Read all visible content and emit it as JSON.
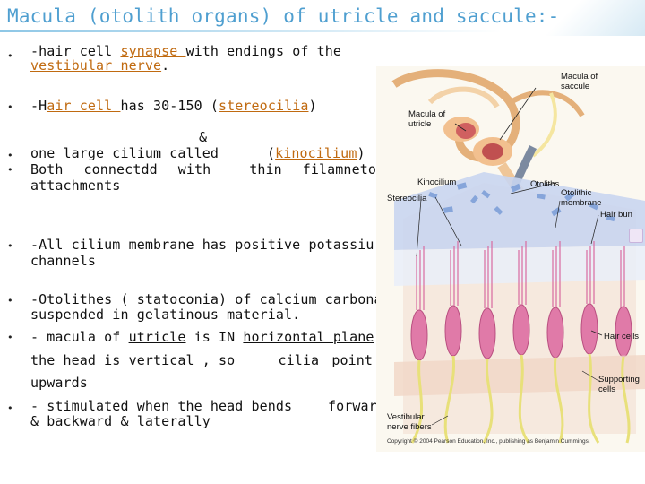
{
  "slide": {
    "title": "Macula (otolith organs) of utricle and saccule:-",
    "lines": {
      "l1_pre": "-hair cell ",
      "l1_link": "synapse ",
      "l1_post": "with endings of the",
      "l2_link": "vestibular nerve",
      "l2_post": ".",
      "l3_pre": "-H",
      "l3_link": "air cell ",
      "l3_mid": "has 30-150 (",
      "l3_link2": "stereocilia",
      "l3_post": ")",
      "l4_amp": "&",
      "l5_a": "one large cilium called",
      "l5_open": "(",
      "l5_link": "kinocilium",
      "l5_close": ")",
      "l6_a": "Both",
      "l6_b": "connectdd",
      "l6_c": "with",
      "l6_d": "thin",
      "l6_e": "filamneto",
      "l7": "attachments",
      "l8": "-All cilium membrane has positive potassiu",
      "l9": "channels",
      "l10": "-Otolithes ( statoconia)  of calcium carbona",
      "l11": "suspended in gelatinous material.",
      "l12_pre": "- macula of ",
      "l12_u1": "utricle",
      "l12_mid": " is IN ",
      "l12_u2": "horizontal plane",
      "l13_a": "the head  is vertical , so",
      "l13_b": "cilia",
      "l13_c": "point",
      "l14": "upwards",
      "l15_a": "- stimulated when the head bends",
      "l15_b": "forwar",
      "l16": "& backward & laterally"
    }
  },
  "figure": {
    "labels": {
      "macula_saccule": "Macula of\nsaccule",
      "macula_utricle": "Macula of\nutricle",
      "kinocilium": "Kinocilium",
      "stereocilia": "Stereocilia",
      "otoliths": "Otoliths",
      "otolithic_membrane": "Otolithic\nmembrane",
      "hair_bundle": "Hair bun",
      "hair_cells": "Hair cells",
      "supporting_cells": "Supporting\ncells",
      "vestibular_nerve_fibers": "Vestibular\nnerve fibers"
    },
    "copyright": "Copyright © 2004 Pearson Education, Inc., publishing as Benjamin Cummings."
  },
  "colors": {
    "title": "#4f9fd0",
    "link": "#c06a10",
    "hair_cell": "#e07aa8",
    "nerve": "#e8e07a",
    "membrane": "#b8c8ee",
    "otolith": "#7fa0d8"
  }
}
